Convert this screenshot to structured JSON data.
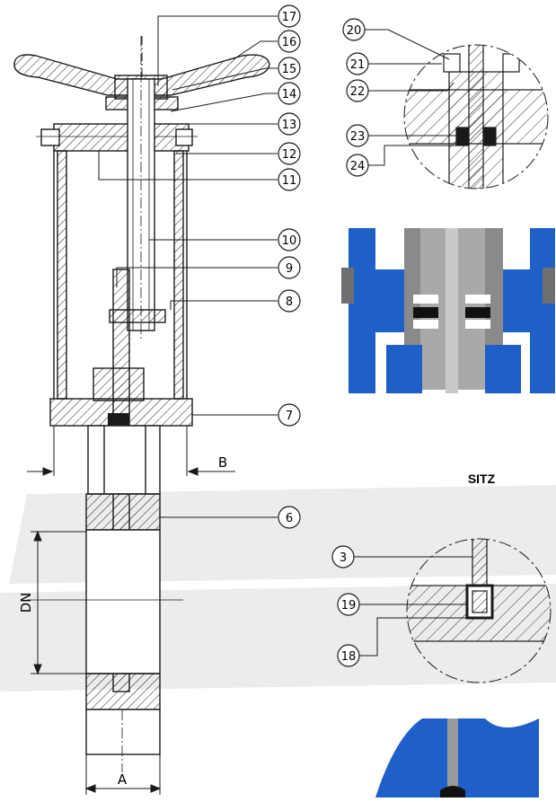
{
  "callouts": [
    "17",
    "16",
    "15",
    "14",
    "13",
    "12",
    "11",
    "10",
    "9",
    "8",
    "7",
    "6",
    "20",
    "21",
    "22",
    "23",
    "24",
    "3",
    "19",
    "18"
  ],
  "dimensions": {
    "b": "B",
    "dn": "DN",
    "a": "A"
  },
  "seat_title": "SITZ",
  "colors": {
    "line": "#1a1a1a",
    "valve_blue": "#1f5fc8",
    "valve_grey": "#8a8a8a",
    "watermark": "#ececec"
  }
}
